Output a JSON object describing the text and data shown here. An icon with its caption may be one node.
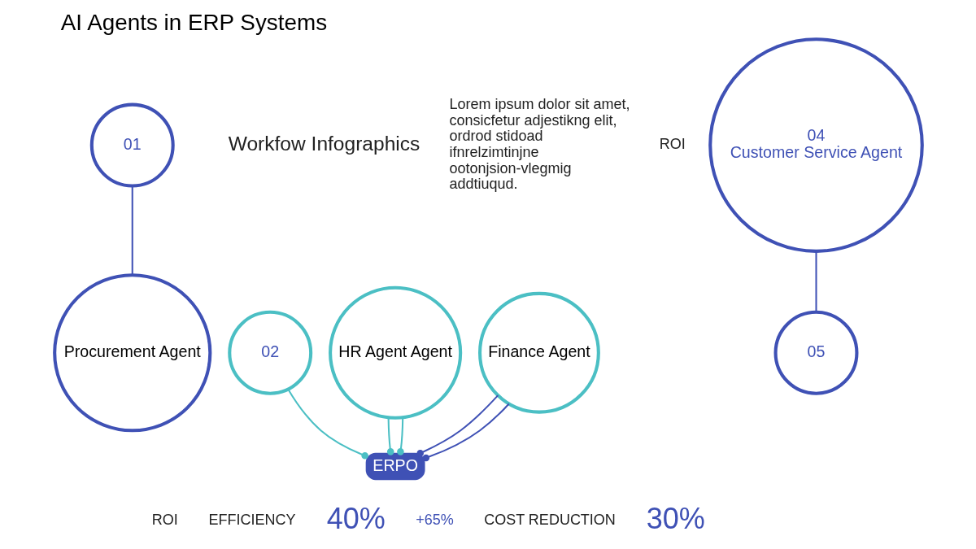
{
  "diagram": {
    "title": "AI Agents in ERP Systems",
    "nodes": [
      {
        "text": [
          "Procurement Agent"
        ]
      },
      {
        "text": [
          "01"
        ]
      },
      {
        "text": [
          "Finance Agent"
        ]
      },
      {
        "text": [
          "02"
        ]
      },
      {
        "text": [
          "HR Agent Agent"
        ]
      },
      {
        "text": [
          "ERPO"
        ]
      },
      {
        "text": [
          "04",
          "Customer Service Agent"
        ]
      },
      {
        "text": [
          "05"
        ]
      }
    ],
    "edges": [
      {
        "from": 1,
        "to": 0,
        "arrow": "none"
      },
      {
        "from": 2,
        "to": 5,
        "arrow": "other"
      },
      {
        "from": 2,
        "to": 5,
        "arrow": "other"
      },
      {
        "from": 3,
        "to": 5,
        "arrow": "other",
        "color": "#4bbfc4"
      },
      {
        "from": 4,
        "to": 5,
        "arrow": "other",
        "color": "#4bbfc4"
      },
      {
        "from": 4,
        "to": 5,
        "arrow": "other",
        "color": "#4bbfc4"
      },
      {
        "from": 6,
        "to": 7,
        "arrow": "none"
      }
    ],
    "labels": [
      "Workfow Infographics",
      "Lorem ipsum dolor sit amet, consicfetur adjestikng elit, ordrod stidoad ifnrelzimtinjne ootonjsion-vlegmig addtiuqud.",
      "ROI",
      "ROI",
      "EFFICIENCY",
      "40%",
      "+65%",
      "COST REDUCTION",
      "30%"
    ]
  }
}
